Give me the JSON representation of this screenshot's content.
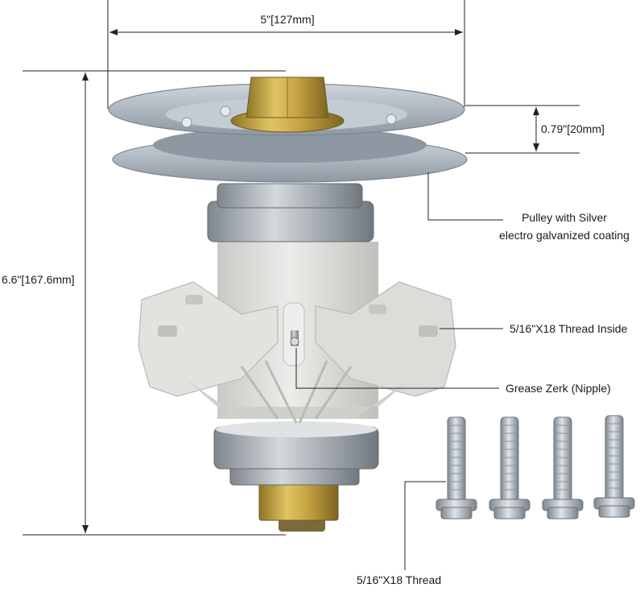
{
  "dimensions": {
    "pulley_diameter": "5\"[127mm]",
    "pulley_height": "0.79\"[20mm]",
    "overall_height": "6.6\"[167.6mm]"
  },
  "callouts": {
    "pulley_line1": "Pulley with Silver",
    "pulley_line2": "electro galvanized coating",
    "thread_inside": "5/16\"X18 Thread Inside",
    "grease_zerk": "Grease Zerk (Nipple)",
    "bolt_thread": "5/16\"X18 Thread"
  },
  "colors": {
    "pulley": "#a9b3bd",
    "housing": "#e3e4e1",
    "brass": "#c9a544",
    "steel": "#b6bcc2"
  }
}
